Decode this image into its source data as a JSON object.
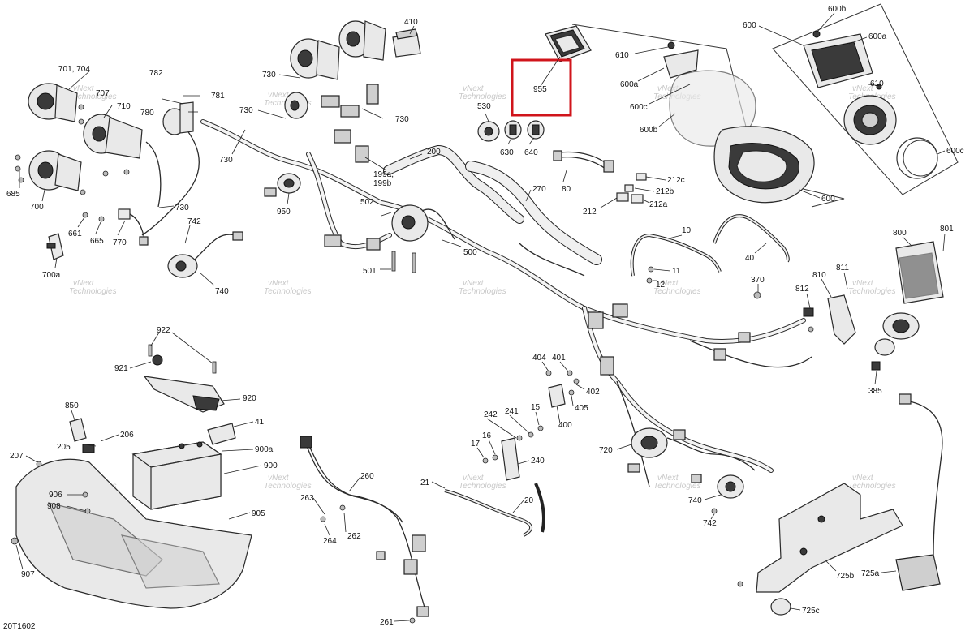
{
  "diagram": {
    "code": "20T1602",
    "highlight": {
      "label": "955"
    },
    "watermark": {
      "line1": "vNext",
      "line2": "Technologies"
    },
    "labels": [
      {
        "id": "l410",
        "text": "410"
      },
      {
        "id": "l70104",
        "text": "701, 704"
      },
      {
        "id": "l707",
        "text": "707"
      },
      {
        "id": "l710",
        "text": "710"
      },
      {
        "id": "l782",
        "text": "782"
      },
      {
        "id": "l781",
        "text": "781"
      },
      {
        "id": "l780",
        "text": "780"
      },
      {
        "id": "l730a",
        "text": "730"
      },
      {
        "id": "l730b",
        "text": "730"
      },
      {
        "id": "l730c",
        "text": "730"
      },
      {
        "id": "l730d",
        "text": "730"
      },
      {
        "id": "l730e",
        "text": "730"
      },
      {
        "id": "l685",
        "text": "685"
      },
      {
        "id": "l700",
        "text": "700"
      },
      {
        "id": "l661",
        "text": "661"
      },
      {
        "id": "l665",
        "text": "665"
      },
      {
        "id": "l770",
        "text": "770"
      },
      {
        "id": "l700a",
        "text": "700a"
      },
      {
        "id": "l742a",
        "text": "742"
      },
      {
        "id": "l740a",
        "text": "740"
      },
      {
        "id": "l950",
        "text": "950"
      },
      {
        "id": "l199",
        "text": "199a,"
      },
      {
        "id": "l199b",
        "text": "199b"
      },
      {
        "id": "l200",
        "text": "200"
      },
      {
        "id": "l502",
        "text": "502"
      },
      {
        "id": "l500",
        "text": "500"
      },
      {
        "id": "l501",
        "text": "501"
      },
      {
        "id": "l955",
        "text": "955"
      },
      {
        "id": "l530",
        "text": "530"
      },
      {
        "id": "l630",
        "text": "630"
      },
      {
        "id": "l640",
        "text": "640"
      },
      {
        "id": "l270",
        "text": "270"
      },
      {
        "id": "l80",
        "text": "80"
      },
      {
        "id": "l212c",
        "text": "212c"
      },
      {
        "id": "l212b",
        "text": "212b"
      },
      {
        "id": "l212a",
        "text": "212a"
      },
      {
        "id": "l212",
        "text": "212"
      },
      {
        "id": "l610",
        "text": "610"
      },
      {
        "id": "l600a1",
        "text": "600a"
      },
      {
        "id": "l600c1",
        "text": "600c"
      },
      {
        "id": "l600b1",
        "text": "600b"
      },
      {
        "id": "l600top",
        "text": "600"
      },
      {
        "id": "l600b2",
        "text": "600b"
      },
      {
        "id": "l600a2",
        "text": "600a"
      },
      {
        "id": "l610b",
        "text": "610"
      },
      {
        "id": "l600c2",
        "text": "600c"
      },
      {
        "id": "l600bot",
        "text": "600"
      },
      {
        "id": "l10",
        "text": "10"
      },
      {
        "id": "l11",
        "text": "11"
      },
      {
        "id": "l12",
        "text": "12"
      },
      {
        "id": "l40",
        "text": "40"
      },
      {
        "id": "l800",
        "text": "800"
      },
      {
        "id": "l801",
        "text": "801"
      },
      {
        "id": "l810",
        "text": "810"
      },
      {
        "id": "l811",
        "text": "811"
      },
      {
        "id": "l812",
        "text": "812"
      },
      {
        "id": "l370",
        "text": "370"
      },
      {
        "id": "l385",
        "text": "385"
      },
      {
        "id": "l922",
        "text": "922"
      },
      {
        "id": "l921",
        "text": "921"
      },
      {
        "id": "l920",
        "text": "920"
      },
      {
        "id": "l850",
        "text": "850"
      },
      {
        "id": "l41",
        "text": "41"
      },
      {
        "id": "l206",
        "text": "206"
      },
      {
        "id": "l205",
        "text": "205"
      },
      {
        "id": "l900a",
        "text": "900a"
      },
      {
        "id": "l207",
        "text": "207"
      },
      {
        "id": "l900",
        "text": "900"
      },
      {
        "id": "l906",
        "text": "906"
      },
      {
        "id": "l908",
        "text": "908"
      },
      {
        "id": "l905",
        "text": "905"
      },
      {
        "id": "l907",
        "text": "907"
      },
      {
        "id": "l260",
        "text": "260"
      },
      {
        "id": "l263",
        "text": "263"
      },
      {
        "id": "l262",
        "text": "262"
      },
      {
        "id": "l264",
        "text": "264"
      },
      {
        "id": "l261",
        "text": "261"
      },
      {
        "id": "l404",
        "text": "404"
      },
      {
        "id": "l401",
        "text": "401"
      },
      {
        "id": "l402",
        "text": "402"
      },
      {
        "id": "l405",
        "text": "405"
      },
      {
        "id": "l400",
        "text": "400"
      },
      {
        "id": "l15",
        "text": "15"
      },
      {
        "id": "l242",
        "text": "242"
      },
      {
        "id": "l241",
        "text": "241"
      },
      {
        "id": "l16",
        "text": "16"
      },
      {
        "id": "l17",
        "text": "17"
      },
      {
        "id": "l240",
        "text": "240"
      },
      {
        "id": "l21",
        "text": "21"
      },
      {
        "id": "l20",
        "text": "20"
      },
      {
        "id": "l720",
        "text": "720"
      },
      {
        "id": "l740b",
        "text": "740"
      },
      {
        "id": "l742b",
        "text": "742"
      },
      {
        "id": "l725b",
        "text": "725b"
      },
      {
        "id": "l725a",
        "text": "725a"
      },
      {
        "id": "l725c",
        "text": "725c"
      }
    ]
  }
}
